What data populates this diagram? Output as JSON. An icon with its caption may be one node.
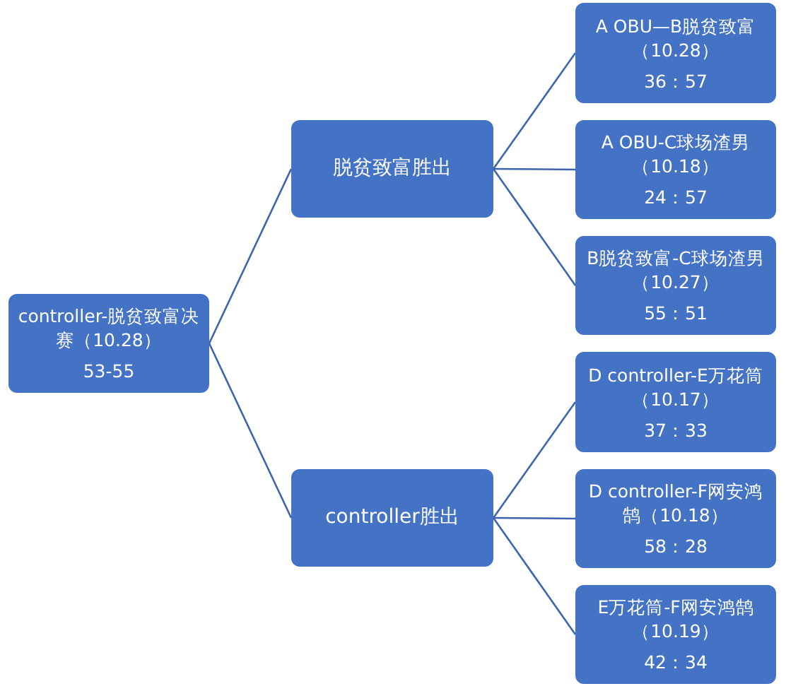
{
  "diagram": {
    "nodes": [
      {
        "text": [
          "controller-脱贫致富决赛（10.28）",
          "53-55"
        ]
      },
      {
        "text": [
          "脱贫致富胜出"
        ]
      },
      {
        "text": [
          "controller胜出"
        ]
      },
      {
        "text": [
          "A OBU—B脱贫致富（10.28）",
          "36：57"
        ]
      },
      {
        "text": [
          "A OBU-C球场渣男（10.18）",
          "24：57"
        ]
      },
      {
        "text": [
          "B脱贫致富-C球场渣男（10.27）",
          "55：51"
        ]
      },
      {
        "text": [
          "D controller-E万花筒（10.17）",
          "37：33"
        ]
      },
      {
        "text": [
          "D controller-F网安鸿鹄（10.18）",
          "58：28"
        ]
      },
      {
        "text": [
          "E万花筒-F网安鸿鹄（10.19）",
          "42：34"
        ]
      }
    ],
    "edges": [
      {
        "from": 0,
        "to": 1,
        "arrow": "none"
      },
      {
        "from": 0,
        "to": 2,
        "arrow": "none"
      },
      {
        "from": 1,
        "to": 3,
        "arrow": "none"
      },
      {
        "from": 1,
        "to": 4,
        "arrow": "none"
      },
      {
        "from": 1,
        "to": 5,
        "arrow": "none"
      },
      {
        "from": 2,
        "to": 6,
        "arrow": "none"
      },
      {
        "from": 2,
        "to": 7,
        "arrow": "none"
      },
      {
        "from": 2,
        "to": 8,
        "arrow": "none"
      }
    ]
  }
}
